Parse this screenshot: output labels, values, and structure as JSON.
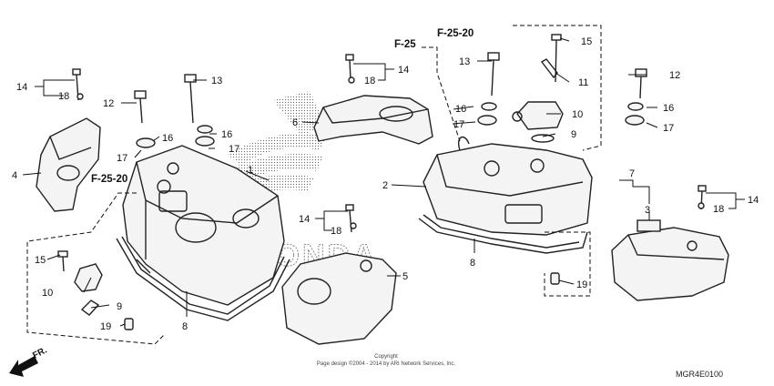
{
  "callouts": {
    "c1": "1",
    "c2": "2",
    "c3": "3",
    "c4": "4",
    "c5": "5",
    "c6": "6",
    "c7": "7",
    "c8": "8",
    "c9": "9",
    "c10": "10",
    "c11": "11",
    "c12": "12",
    "c13": "13",
    "c14": "14",
    "c15": "15",
    "c16": "16",
    "c17": "17",
    "c18": "18",
    "c19": "19"
  },
  "references": {
    "f25": "F-25",
    "f2520": "F-25-20"
  },
  "logo_text": "HONDA",
  "footer": {
    "copyright_title": "Copyright",
    "copyright_line": "Page design ©2004 - 2014 by ARI Network Services, Inc.",
    "diagram_code": "MGR4E0100"
  },
  "direction_label": "FR."
}
